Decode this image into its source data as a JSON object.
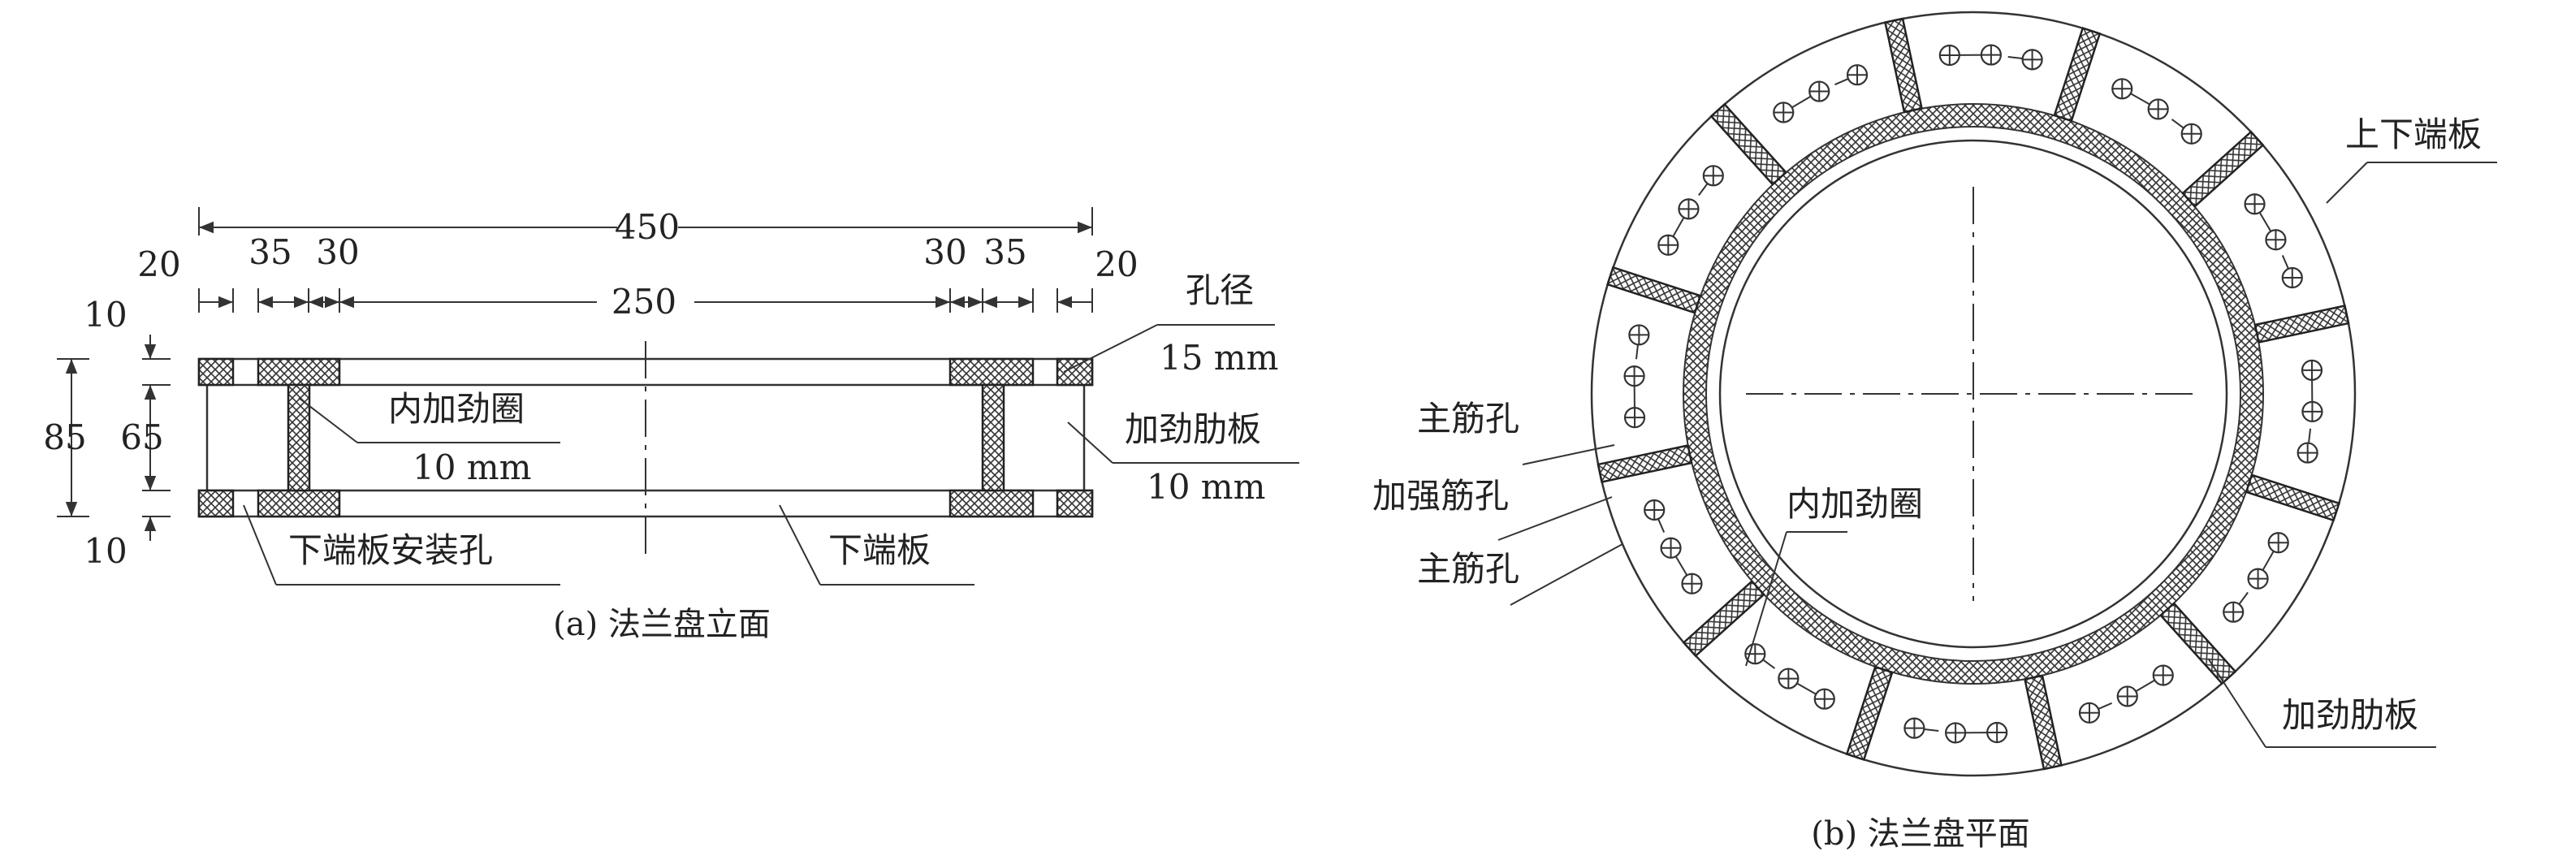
{
  "elevation": {
    "caption": "(a) 法兰盘立面",
    "dims_top": {
      "overall": "450",
      "inner": "250",
      "left_outer": "20",
      "left_mid": "35",
      "left_inner": "30",
      "right_inner": "30",
      "right_mid": "35",
      "right_outer": "20"
    },
    "dims_left": {
      "top_plate": "10",
      "total": "85",
      "web": "65",
      "bottom_plate": "10"
    },
    "labels": {
      "hole_dia_title": "孔径",
      "hole_dia_value": "15 mm",
      "inner_ring_title": "内加劲圈",
      "inner_ring_value": "10 mm",
      "stiffener_title": "加劲肋板",
      "stiffener_value": "10 mm",
      "mount_hole": "下端板安装孔",
      "bottom_plate": "下端板"
    }
  },
  "plan": {
    "caption": "(b) 法兰盘平面",
    "labels": {
      "end_plates": "上下端板",
      "main_hole_1": "主筋孔",
      "reinf_hole": "加强筋孔",
      "main_hole_2": "主筋孔",
      "inner_ring": "内加劲圈",
      "stiffener": "加劲肋板"
    }
  }
}
